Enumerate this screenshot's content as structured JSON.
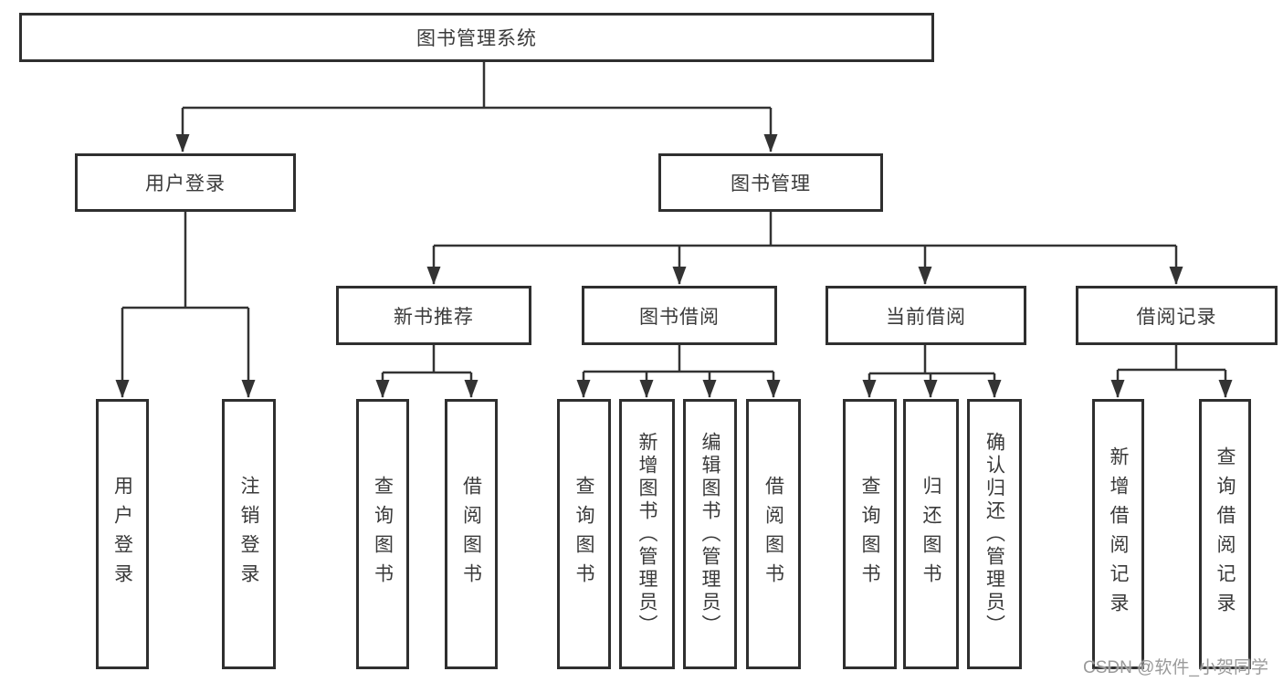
{
  "colors": {
    "line": "#333333",
    "box_border": "#2f2f2f",
    "box_fill": "#ffffff",
    "text": "#3a3a3a",
    "watermark": "#9a9a9a",
    "background": "#ffffff"
  },
  "watermark": "CSDN @软件_小贺同学",
  "tree": {
    "label": "图书管理系统",
    "children": [
      {
        "label": "用户登录",
        "children": [
          {
            "label": "用户登录"
          },
          {
            "label": "注销登录"
          }
        ]
      },
      {
        "label": "图书管理",
        "children": [
          {
            "label": "新书推荐",
            "children": [
              {
                "label": "查询图书"
              },
              {
                "label": "借阅图书"
              }
            ]
          },
          {
            "label": "图书借阅",
            "children": [
              {
                "label": "查询图书"
              },
              {
                "label": "新增图书（管理员）"
              },
              {
                "label": "编辑图书（管理员）"
              },
              {
                "label": "借阅图书"
              }
            ]
          },
          {
            "label": "当前借阅",
            "children": [
              {
                "label": "查询图书"
              },
              {
                "label": "归还图书"
              },
              {
                "label": "确认归还（管理员）"
              }
            ]
          },
          {
            "label": "借阅记录",
            "children": [
              {
                "label": "新增借阅记录"
              },
              {
                "label": "查询借阅记录"
              }
            ]
          }
        ]
      }
    ]
  }
}
